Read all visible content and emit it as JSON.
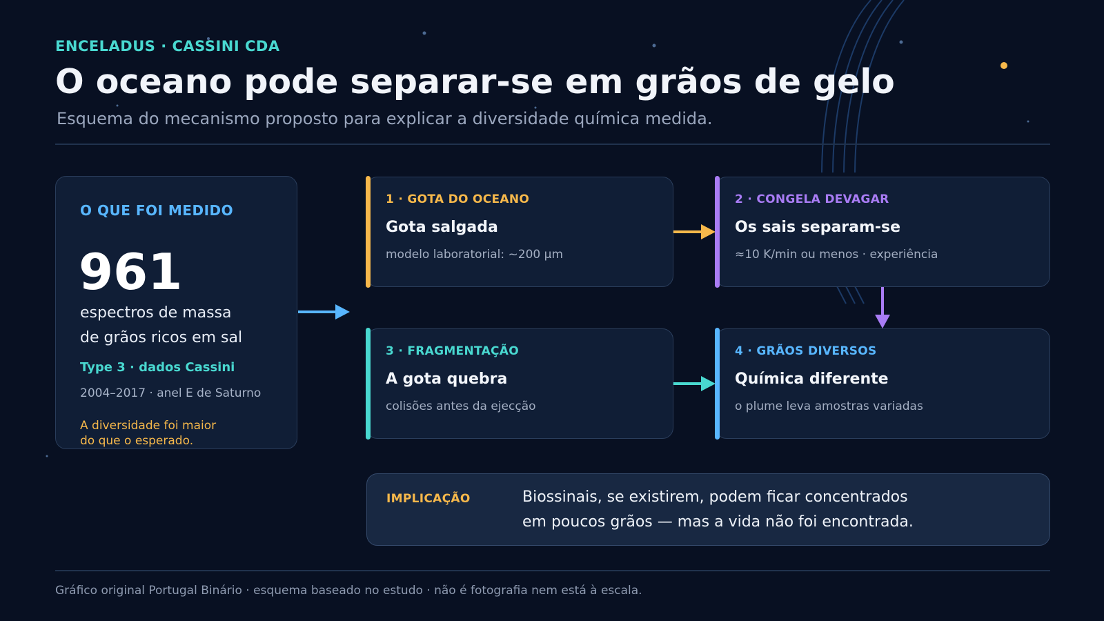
{
  "header": {
    "kicker": "ENCELADUS · CASSINI CDA",
    "title": "O oceano pode separar-se em grãos de gelo",
    "subtitle": "Esquema do mecanismo proposto para explicar a diversidade química medida."
  },
  "measured": {
    "title": "O QUE FOI MEDIDO",
    "number": "961",
    "desc_line1": "espectros de massa",
    "desc_line2": "de grãos ricos em sal",
    "type": "Type 3 · dados Cassini",
    "period": "2004–2017 · anel E de Saturno",
    "note_line1": "A diversidade foi maior",
    "note_line2": "do que o esperado."
  },
  "steps": [
    {
      "label": "1 · GOTA DO OCEANO",
      "title": "Gota salgada",
      "sub": "modelo laboratorial: ~200 µm",
      "color": "#f6b84b"
    },
    {
      "label": "2 · CONGELA DEVAGAR",
      "title": "Os sais separam-se",
      "sub": "≈10 K/min ou menos · experiência",
      "color": "#a97cf5"
    },
    {
      "label": "3 · FRAGMENTAÇÃO",
      "title": "A gota quebra",
      "sub": "colisões antes da ejecção",
      "color": "#49d8d0"
    },
    {
      "label": "4 · GRÃOS DIVERSOS",
      "title": "Química diferente",
      "sub": "o plume leva amostras variadas",
      "color": "#58b6ff"
    }
  ],
  "implication": {
    "label": "IMPLICAÇÃO",
    "line1": "Biossinais, se existirem, podem ficar concentrados",
    "line2": "em poucos grãos — mas a vida não foi encontrada."
  },
  "footer": "Gráfico original Portugal Binário · esquema baseado no estudo · não é fotografia nem está à escala.",
  "colors": {
    "background": "#081022",
    "panel": "#101e36",
    "accent_orange": "#f6b84b",
    "accent_purple": "#a97cf5",
    "accent_teal": "#49d8d0",
    "accent_blue": "#58b6ff"
  }
}
